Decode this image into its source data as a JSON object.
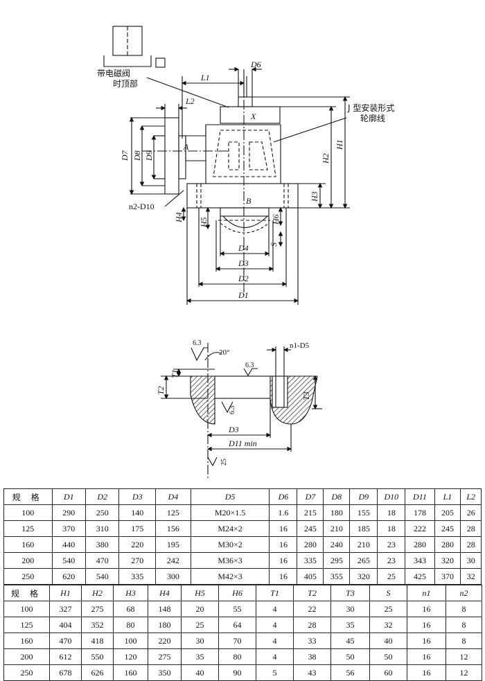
{
  "labels": {
    "solenoid_top_1": "带电磁阀",
    "solenoid_top_2": "时顶部",
    "j_install_1": "J 型安装形式",
    "j_install_2": "轮廓线",
    "L1": "L1",
    "L2": "L2",
    "D6": "D6",
    "D7": "D7",
    "D8": "D8",
    "D9": "D9",
    "A": "A",
    "X": "X",
    "B": "B",
    "H1": "H1",
    "H2": "H2",
    "H3": "H3",
    "H4": "H4",
    "H5": "H5",
    "H6": "H6",
    "S": "S",
    "D1": "D1",
    "D2": "D2",
    "D3": "D3",
    "D4": "D4",
    "n2D10": "n2-D10",
    "rough1": "6.3",
    "angle": "20°",
    "n1D5": "n1-D5",
    "rough2": "6.3",
    "T1": "T1",
    "T2": "T2",
    "T3": "T3",
    "rough3": "6.3",
    "D3b": "D3",
    "D11min": "D11 min",
    "rough4": "25"
  },
  "table1": {
    "headers": [
      "规 格",
      "D1",
      "D2",
      "D3",
      "D4",
      "D5",
      "D6",
      "D7",
      "D8",
      "D9",
      "D10",
      "D11",
      "L1",
      "L2"
    ],
    "rows": [
      [
        "100",
        "290",
        "250",
        "140",
        "125",
        "M20×1.5",
        "1.6",
        "215",
        "180",
        "155",
        "18",
        "178",
        "205",
        "26"
      ],
      [
        "125",
        "370",
        "310",
        "175",
        "156",
        "M24×2",
        "16",
        "245",
        "210",
        "185",
        "18",
        "222",
        "245",
        "28"
      ],
      [
        "160",
        "440",
        "380",
        "220",
        "195",
        "M30×2",
        "16",
        "280",
        "240",
        "210",
        "23",
        "280",
        "280",
        "28"
      ],
      [
        "200",
        "540",
        "470",
        "270",
        "242",
        "M36×3",
        "16",
        "335",
        "295",
        "265",
        "23",
        "343",
        "320",
        "30"
      ],
      [
        "250",
        "620",
        "540",
        "335",
        "300",
        "M42×3",
        "16",
        "405",
        "355",
        "320",
        "25",
        "425",
        "370",
        "32"
      ]
    ]
  },
  "table2": {
    "headers": [
      "规 格",
      "H1",
      "H2",
      "H3",
      "H4",
      "H5",
      "H6",
      "T1",
      "T2",
      "T3",
      "S",
      "n1",
      "n2"
    ],
    "rows": [
      [
        "100",
        "327",
        "275",
        "68",
        "148",
        "20",
        "55",
        "4",
        "22",
        "30",
        "25",
        "16",
        "8"
      ],
      [
        "125",
        "404",
        "352",
        "80",
        "180",
        "25",
        "64",
        "4",
        "28",
        "35",
        "32",
        "16",
        "8"
      ],
      [
        "160",
        "470",
        "418",
        "100",
        "220",
        "30",
        "70",
        "4",
        "33",
        "45",
        "40",
        "16",
        "8"
      ],
      [
        "200",
        "612",
        "550",
        "120",
        "275",
        "35",
        "80",
        "4",
        "38",
        "50",
        "50",
        "16",
        "12"
      ],
      [
        "250",
        "678",
        "626",
        "160",
        "350",
        "40",
        "90",
        "5",
        "43",
        "56",
        "60",
        "16",
        "12"
      ]
    ]
  }
}
